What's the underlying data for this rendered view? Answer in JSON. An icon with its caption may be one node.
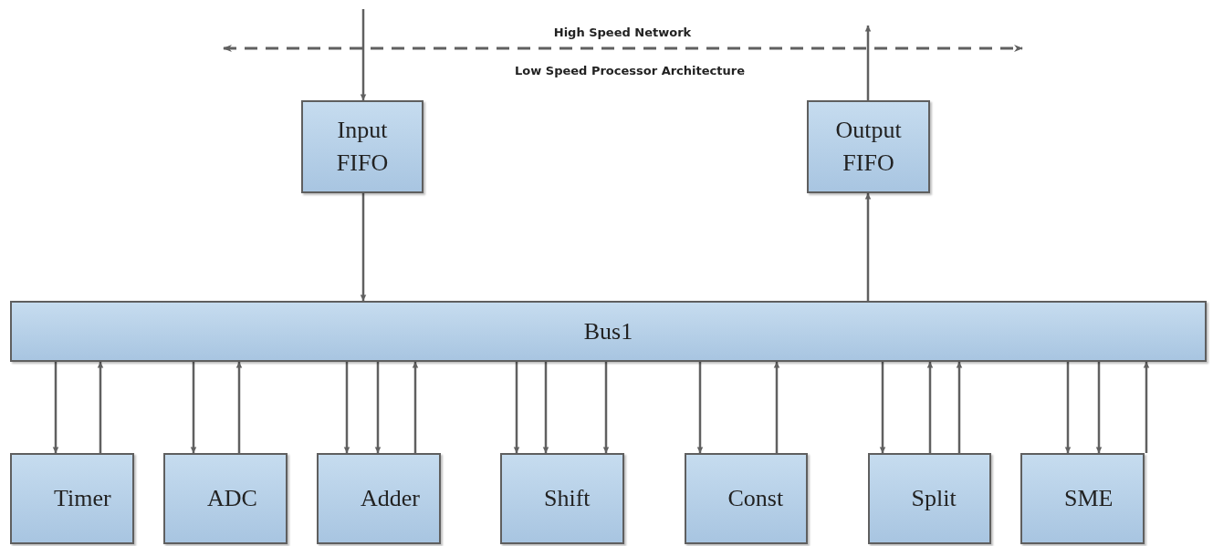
{
  "diagram": {
    "nodes": [
      {
        "text": [
          "Input FIFO"
        ]
      },
      {
        "text": [
          "Output FIFO"
        ]
      },
      {
        "text": [
          "Bus1"
        ]
      },
      {
        "text": [
          "Timer"
        ]
      },
      {
        "text": [
          "ADC"
        ]
      },
      {
        "text": [
          "Adder"
        ]
      },
      {
        "text": [
          "Shift"
        ]
      },
      {
        "text": [
          "Const"
        ]
      },
      {
        "text": [
          "Split"
        ]
      },
      {
        "text": [
          "SME"
        ]
      }
    ],
    "edges": [
      {
        "from": null,
        "to": 0,
        "arrow": "to"
      },
      {
        "from": 0,
        "to": 2,
        "arrow": "to"
      },
      {
        "from": 2,
        "to": 1,
        "arrow": "to"
      },
      {
        "from": 1,
        "to": null,
        "arrow": "to"
      },
      {
        "from": 2,
        "to": 3,
        "arrow": "to"
      },
      {
        "from": 3,
        "to": 2,
        "arrow": "to"
      },
      {
        "from": 2,
        "to": 4,
        "arrow": "to"
      },
      {
        "from": 4,
        "to": 2,
        "arrow": "to"
      },
      {
        "from": 2,
        "to": 5,
        "arrow": "to"
      },
      {
        "from": 2,
        "to": 5,
        "arrow": "to"
      },
      {
        "from": 5,
        "to": 2,
        "arrow": "to"
      },
      {
        "from": 2,
        "to": 6,
        "arrow": "to"
      },
      {
        "from": 2,
        "to": 6,
        "arrow": "to"
      },
      {
        "from": 2,
        "to": 6,
        "arrow": "to"
      },
      {
        "from": 2,
        "to": 7,
        "arrow": "to"
      },
      {
        "from": 7,
        "to": 2,
        "arrow": "to"
      },
      {
        "from": 2,
        "to": 8,
        "arrow": "to"
      },
      {
        "from": 8,
        "to": 2,
        "arrow": "to"
      },
      {
        "from": 8,
        "to": 2,
        "arrow": "to"
      },
      {
        "from": 2,
        "to": 9,
        "arrow": "to"
      },
      {
        "from": 2,
        "to": 9,
        "arrow": "to"
      },
      {
        "from": 9,
        "to": 2,
        "arrow": "to"
      }
    ],
    "labels": [
      "High Speed Network",
      "Low Speed Processor Architecture"
    ]
  }
}
